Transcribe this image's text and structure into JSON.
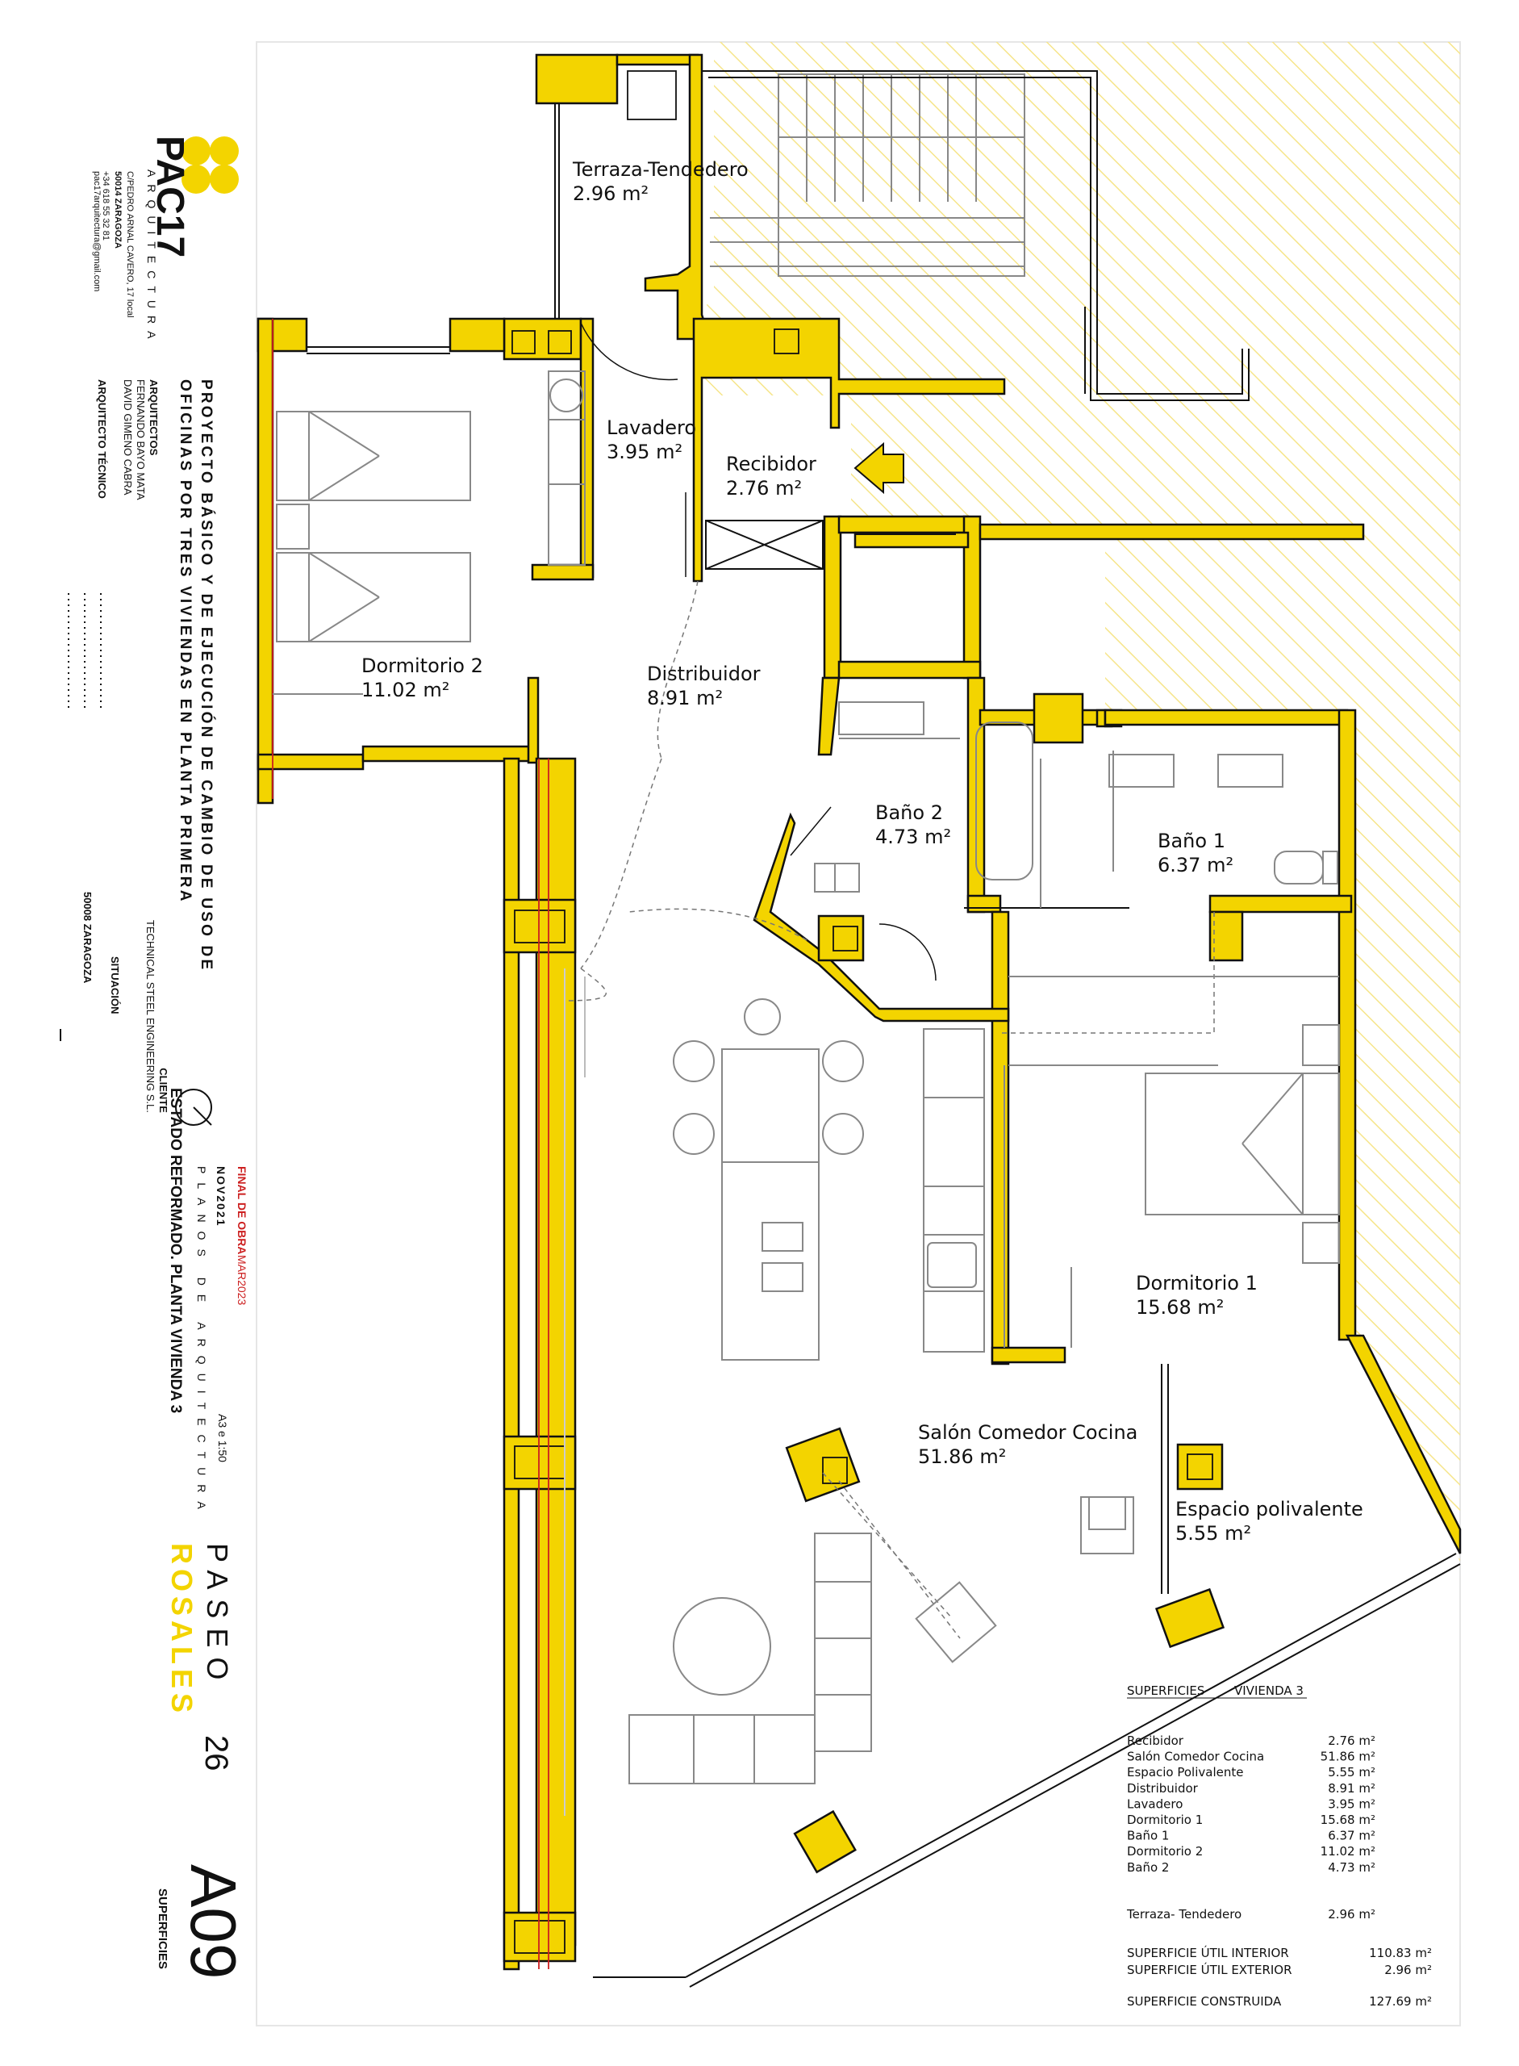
{
  "title_block": {
    "firm_name": "PAC17",
    "firm_sub": "ARQUITECTURA",
    "firm_address": "C/PEDRO ARNAL CAVERO, 17 local",
    "firm_city": "50014 ZARAGOZA",
    "firm_phone": "+34 618 55 32 81",
    "firm_email": "pac17arquitectura@gmail.com",
    "project_line1": "PROYECTO BÁSICO Y DE EJECUCIÓN DE CAMBIO DE USO DE",
    "project_line2": "OFICINAS POR TRES VIVIENDAS EN PLANTA PRIMERA",
    "architects_label": "ARQUITECTOS",
    "architect_1": "FERNANDO BAYO MATA",
    "architect_2": "DAVID GIMENO CABRA",
    "tech_architect_label": "ARQUITECTO TÉCNICO",
    "client_label": "CLIENTE",
    "client_name": "TECHNICAL STEEL ENGINEERING S.L.",
    "situation_label": "SITUACIÓN",
    "situation_value": "50008 ZARAGOZA",
    "status_final": "FINAL DE OBRA",
    "status_final_date": "MAR2023",
    "date": "NOV2021",
    "sheet_type": "PLANOS DE ARQUITECTURA",
    "scale": "A3 e 1:50",
    "drawing_title": "ESTADO REFORMADO. PLANTA VIVIENDA 3",
    "street_1": "PASEO",
    "street_2": "ROSALES",
    "street_no": "26",
    "sheet_no": "A09",
    "sheet_name": "SUPERFICIES"
  },
  "rooms": [
    {
      "name": "Terraza-Tendedero",
      "area": "2.96 m²"
    },
    {
      "name": "Lavadero",
      "area": "3.95 m²"
    },
    {
      "name": "Recibidor",
      "area": "2.76 m²"
    },
    {
      "name": "Dormitorio 2",
      "area": "11.02 m²"
    },
    {
      "name": "Distribuidor",
      "area": "8.91 m²"
    },
    {
      "name": "Baño 2",
      "area": "4.73 m²"
    },
    {
      "name": "Baño 1",
      "area": "6.37 m²"
    },
    {
      "name": "Dormitorio 1",
      "area": "15.68 m²"
    },
    {
      "name": "Salón Comedor Cocina",
      "area": "51.86 m²"
    },
    {
      "name": "Espacio polivalente",
      "area": "5.55 m²"
    }
  ],
  "surfaces_table": {
    "header_1": "SUPERFICIES",
    "header_2": "VIVIENDA 3",
    "rows": [
      {
        "name": "Recibidor",
        "area": "2.76 m²"
      },
      {
        "name": "Salón Comedor Cocina",
        "area": "51.86 m²"
      },
      {
        "name": "Espacio Polivalente",
        "area": "5.55 m²"
      },
      {
        "name": "Distribuidor",
        "area": "8.91 m²"
      },
      {
        "name": "Lavadero",
        "area": "3.95 m²"
      },
      {
        "name": "Dormitorio 1",
        "area": "15.68 m²"
      },
      {
        "name": "Baño 1",
        "area": "6.37 m²"
      },
      {
        "name": "Dormitorio 2",
        "area": "11.02 m²"
      },
      {
        "name": "Baño 2",
        "area": "4.73 m²"
      }
    ],
    "terrace": {
      "name": "Terraza- Tendedero",
      "area": "2.96 m²"
    },
    "totals": [
      {
        "name": "SUPERFICIE ÚTIL INTERIOR",
        "area": "110.83 m²"
      },
      {
        "name": "SUPERFICIE ÚTIL EXTERIOR",
        "area": "2.96 m²"
      },
      {
        "name": "SUPERFICIE CONSTRUIDA",
        "area": "127.69 m²"
      }
    ]
  },
  "colors": {
    "wall": "#f3d400",
    "hatch": "#f6e58a",
    "ink": "#111111",
    "red": "#cc1f1f"
  }
}
